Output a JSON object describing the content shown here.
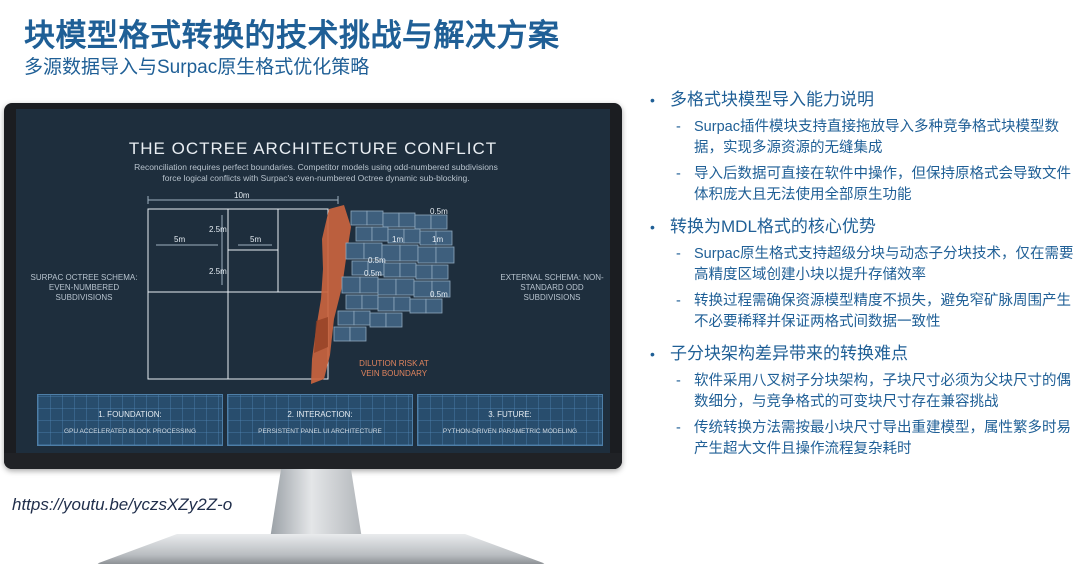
{
  "slide": {
    "title": "块模型格式转换的技术挑战与解决方案",
    "subtitle": "多源数据导入与Surpac原生格式优化策略"
  },
  "screen": {
    "title": "THE OCTREE ARCHITECTURE CONFLICT",
    "description": "Reconciliation requires perfect boundaries. Competitor models using odd-numbered subdivisions force logical conflicts with Surpac's even-numbered Octree dynamic sub-blocking.",
    "left_label": "SURPAC OCTREE SCHEMA: EVEN-NUMBERED SUBDIVISIONS",
    "right_label": "EXTERNAL SCHEMA: NON-STANDARD ODD SUBDIVISIONS",
    "risk_label": "DILUTION RISK AT VEIN BOUNDARY",
    "dims": {
      "d10m": "10m",
      "d5m_a": "5m",
      "d2_5m_a": "2.5m",
      "d5m_b": "5m",
      "d2_5m_b": "2.5m",
      "d0_5m_a": "0.5m",
      "d1m_a": "1m",
      "d1m_b": "1m",
      "d0_5m_b": "0.5m",
      "d0_5m_c": "0.5m",
      "d0_5m_d": "0.5m"
    },
    "cards": [
      {
        "title": "1. FOUNDATION:",
        "desc": "GPU ACCELERATED BLOCK PROCESSING"
      },
      {
        "title": "2. INTERACTION:",
        "desc": "PERSISTENT PANEL UI ARCHITECTURE"
      },
      {
        "title": "3. FUTURE:",
        "desc": "PYTHON-DRIVEN PARAMETRIC MODELING"
      }
    ],
    "colors": {
      "bg": "#1e2e3d",
      "vein": "#c9643e",
      "card": "#284d6d",
      "block": "#3e5f7d"
    }
  },
  "url": "https://youtu.be/yczsXZy2Z-o",
  "bullets": [
    {
      "heading": "多格式块模型导入能力说明",
      "items": [
        "Surpac插件模块支持直接拖放导入多种竞争格式块模型数据，实现多源资源的无缝集成",
        "导入后数据可直接在软件中操作，但保持原格式会导致文件体积庞大且无法使用全部原生功能"
      ]
    },
    {
      "heading": "转换为MDL格式的核心优势",
      "items": [
        "Surpac原生格式支持超级分块与动态子分块技术，仅在需要高精度区域创建小块以提升存储效率",
        "转换过程需确保资源模型精度不损失，避免窄矿脉周围产生不必要稀释并保证两格式间数据一致性"
      ]
    },
    {
      "heading": "子分块架构差异带来的转换难点",
      "items": [
        "软件采用八叉树子分块架构，子块尺寸必须为父块尺寸的偶数细分，与竞争格式的可变块尺寸存在兼容挑战",
        "传统转换方法需按最小块尺寸导出重建模型，属性繁多时易产生超大文件且操作流程复杂耗时"
      ]
    }
  ]
}
